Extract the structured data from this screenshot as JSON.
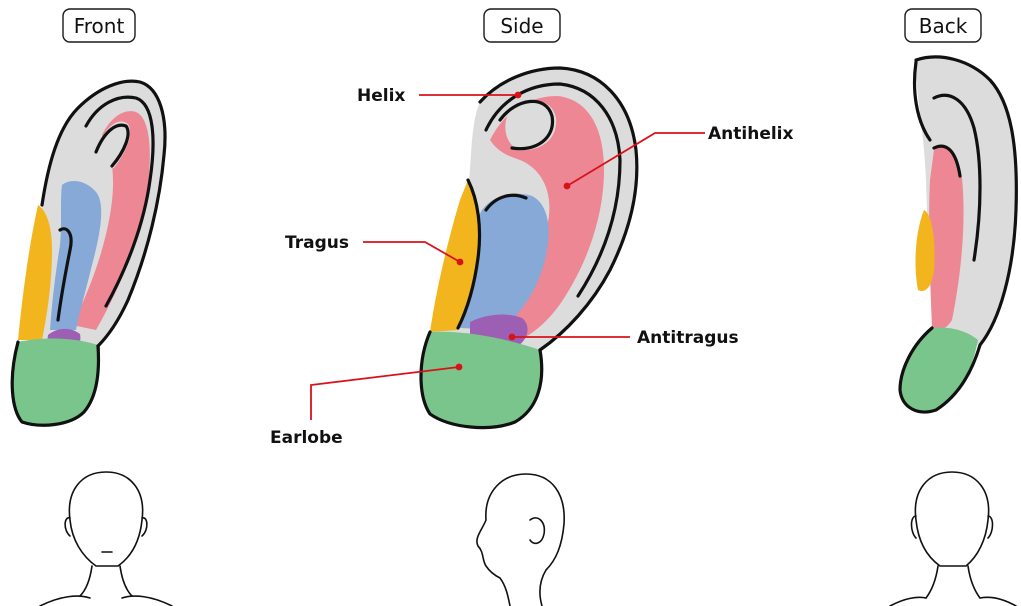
{
  "views": {
    "front": "Front",
    "side": "Side",
    "back": "Back"
  },
  "parts": {
    "helix": "Helix",
    "antihelix": "Antihelix",
    "tragus": "Tragus",
    "antitragus": "Antitragus",
    "earlobe": "Earlobe"
  },
  "colors": {
    "helix": "#dcdcdc",
    "antihelix": "#ee8794",
    "concha": "#86a9d8",
    "tragus": "#f2b51d",
    "antitragus": "#9d5fb3",
    "earlobe": "#79c58c",
    "leader": "#d9121a"
  }
}
